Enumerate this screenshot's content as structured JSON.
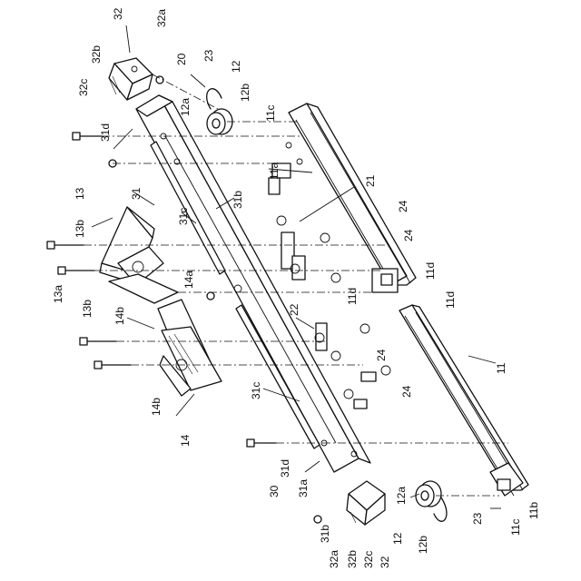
{
  "labels": {
    "l32_top": "32",
    "l32a_top": "32a",
    "l32b_top": "32b",
    "l32c_top": "32c",
    "l20": "20",
    "l23_top": "23",
    "l12_top": "12",
    "l12a_top": "12a",
    "l12b_top": "12b",
    "l11c_top": "11c",
    "l31d_top": "31d",
    "l11a": "11a",
    "l21": "21",
    "l24_a": "24",
    "l24_b": "24",
    "l24_c": "24",
    "l24_d": "24",
    "l13": "13",
    "l13b_top": "13b",
    "l31": "31",
    "l31c_top": "31c",
    "l31b_top": "31b",
    "l11d_a": "11d",
    "l11d_b": "11d",
    "l11d_c": "11d",
    "l13a": "13a",
    "l14a": "14a",
    "l13b_mid": "13b",
    "l14b_top": "14b",
    "l22": "22",
    "l11": "11",
    "l14b_bot": "14b",
    "l31c_bot": "31c",
    "l14": "14",
    "l31d_bot": "31d",
    "l30": "30",
    "l31a": "31a",
    "l12a_bot": "12a",
    "l31b_bot": "31b",
    "l32a_bot": "32a",
    "l32b_bot": "32b",
    "l32c_bot": "32c",
    "l32_bot": "32",
    "l12_bot": "12",
    "l12b_bot": "12b",
    "l23_bot": "23",
    "l11c_bot": "11c",
    "l11b": "11b"
  }
}
